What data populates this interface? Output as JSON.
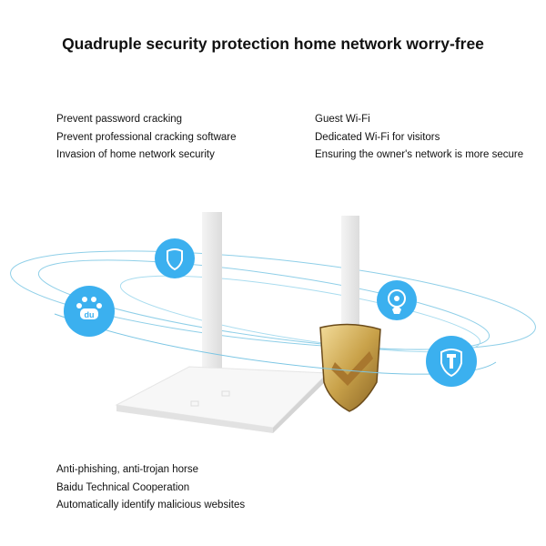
{
  "title": "Quadruple security protection home network worry-free",
  "features": {
    "password": [
      "Prevent password cracking",
      "Prevent professional cracking software",
      "Invasion of home network security"
    ],
    "guest": [
      "Guest Wi-Fi",
      "Dedicated Wi-Fi for visitors",
      "Ensuring the owner's network is more secure"
    ],
    "baidu": [
      "Anti-phishing, anti-trojan horse",
      "Baidu Technical Cooperation",
      "Automatically identify malicious websites"
    ]
  },
  "icons": [
    "shield-icon",
    "baidu-paw-icon",
    "guest-wifi-icon",
    "shield-torch-icon",
    "gold-shield-check-icon"
  ],
  "colors": {
    "accent": "#3bb0ef",
    "gold": "#c9a24a"
  }
}
